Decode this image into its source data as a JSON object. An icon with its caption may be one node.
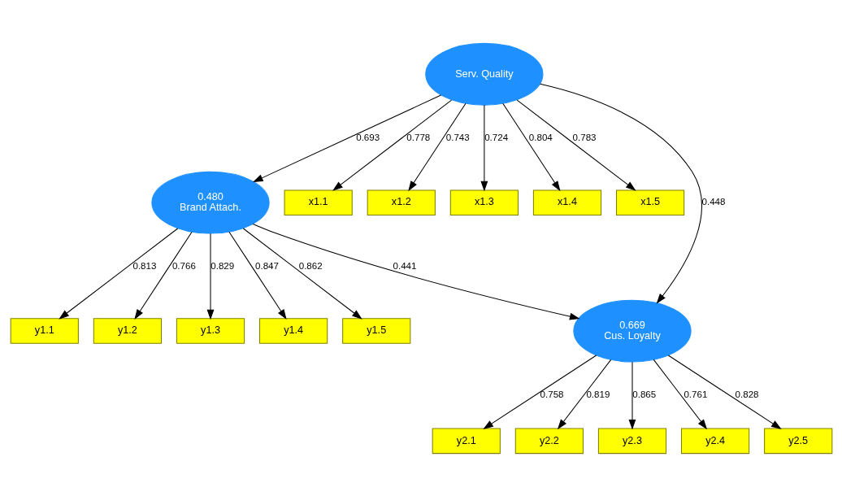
{
  "diagram": {
    "nodes": [
      {
        "text": [
          "y1.1"
        ]
      },
      {
        "text": [
          "y1.2"
        ]
      },
      {
        "text": [
          "y1.3"
        ]
      },
      {
        "text": [
          "y1.4"
        ]
      },
      {
        "text": [
          "y1.5"
        ]
      },
      {
        "text": [
          "0.480",
          "Brand Attach."
        ]
      },
      {
        "text": [
          "x1.1"
        ]
      },
      {
        "text": [
          "x1.2"
        ]
      },
      {
        "text": [
          "x1.3"
        ]
      },
      {
        "text": [
          "x1.4"
        ]
      },
      {
        "text": [
          "x1.5"
        ]
      },
      {
        "text": [
          "Serv. Quality"
        ]
      },
      {
        "text": [
          "0.669",
          "Cus. Loyalty"
        ]
      },
      {
        "text": [
          "y2.1"
        ]
      },
      {
        "text": [
          "y2.2"
        ]
      },
      {
        "text": [
          "y2.3"
        ]
      },
      {
        "text": [
          "y2.4"
        ]
      },
      {
        "text": [
          "y2.5"
        ]
      }
    ],
    "edges": [
      {
        "from": 5,
        "to": 0,
        "arrow": "to",
        "label": "0.813"
      },
      {
        "from": 5,
        "to": 1,
        "arrow": "to",
        "label": "0.766"
      },
      {
        "from": 5,
        "to": 2,
        "arrow": "to",
        "label": "0.829"
      },
      {
        "from": 5,
        "to": 3,
        "arrow": "to",
        "label": "0.847"
      },
      {
        "from": 5,
        "to": 4,
        "arrow": "to",
        "label": "0.862"
      },
      {
        "from": 11,
        "to": 6,
        "arrow": "to",
        "label": "0.778"
      },
      {
        "from": 11,
        "to": 7,
        "arrow": "to",
        "label": "0.743"
      },
      {
        "from": 11,
        "to": 8,
        "arrow": "to",
        "label": "0.724"
      },
      {
        "from": 11,
        "to": 9,
        "arrow": "to",
        "label": "0.804"
      },
      {
        "from": 11,
        "to": 10,
        "arrow": "to",
        "label": "0.783"
      },
      {
        "from": 11,
        "to": 5,
        "arrow": "to",
        "label": "0.693"
      },
      {
        "from": 5,
        "to": 12,
        "arrow": "to",
        "label": "0.441"
      },
      {
        "from": 11,
        "to": 12,
        "arrow": "to",
        "label": "0.448"
      },
      {
        "from": 12,
        "to": 13,
        "arrow": "to",
        "label": "0.758"
      },
      {
        "from": 12,
        "to": 14,
        "arrow": "to",
        "label": "0.819"
      },
      {
        "from": 12,
        "to": 15,
        "arrow": "to",
        "label": "0.865"
      },
      {
        "from": 12,
        "to": 16,
        "arrow": "to",
        "label": "0.761"
      },
      {
        "from": 12,
        "to": 17,
        "arrow": "to",
        "label": "0.828"
      }
    ]
  }
}
